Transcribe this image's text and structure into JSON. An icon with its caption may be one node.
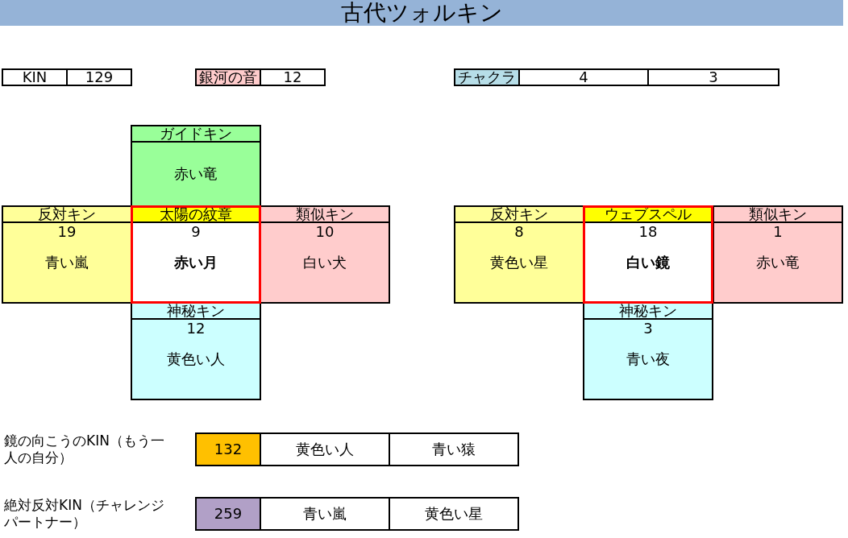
{
  "diagram": {
    "title": "古代ツォルキン",
    "nodes": [
      {
        "text": [
          "KIN"
        ]
      },
      {
        "text": [
          "129"
        ]
      },
      {
        "text": [
          "銀河の音"
        ]
      },
      {
        "text": [
          "12"
        ]
      },
      {
        "text": [
          "チャクラ"
        ]
      },
      {
        "text": [
          "4"
        ]
      },
      {
        "text": [
          "3"
        ]
      },
      {
        "text": [
          "ガイドキン"
        ]
      },
      {
        "text": [
          "赤い竜"
        ]
      },
      {
        "text": [
          "反対キン"
        ]
      },
      {
        "text": [
          "19",
          "青い嵐"
        ]
      },
      {
        "text": [
          "太陽の紋章"
        ]
      },
      {
        "text": [
          "9",
          "赤い月"
        ]
      },
      {
        "text": [
          "類似キン"
        ]
      },
      {
        "text": [
          "10",
          "白い犬"
        ]
      },
      {
        "text": [
          "神秘キン"
        ]
      },
      {
        "text": [
          "12",
          "黄色い人"
        ]
      },
      {
        "text": [
          "反対キン"
        ]
      },
      {
        "text": [
          "8",
          "黄色い星"
        ]
      },
      {
        "text": [
          "ウェブスペル"
        ]
      },
      {
        "text": [
          "18",
          "白い鏡"
        ]
      },
      {
        "text": [
          "類似キン"
        ]
      },
      {
        "text": [
          "1",
          "赤い竜"
        ]
      },
      {
        "text": [
          "神秘キン"
        ]
      },
      {
        "text": [
          "3",
          "青い夜"
        ]
      },
      {
        "text": [
          "132"
        ]
      },
      {
        "text": [
          "黄色い人"
        ]
      },
      {
        "text": [
          "青い猿"
        ]
      },
      {
        "text": [
          "259"
        ]
      },
      {
        "text": [
          "青い嵐"
        ]
      },
      {
        "text": [
          "黄色い星"
        ]
      }
    ],
    "labels": [
      "鏡の向こうのKIN（もう一人の自分）",
      "絶対反対KIN（チャレンジパートナー）"
    ]
  }
}
